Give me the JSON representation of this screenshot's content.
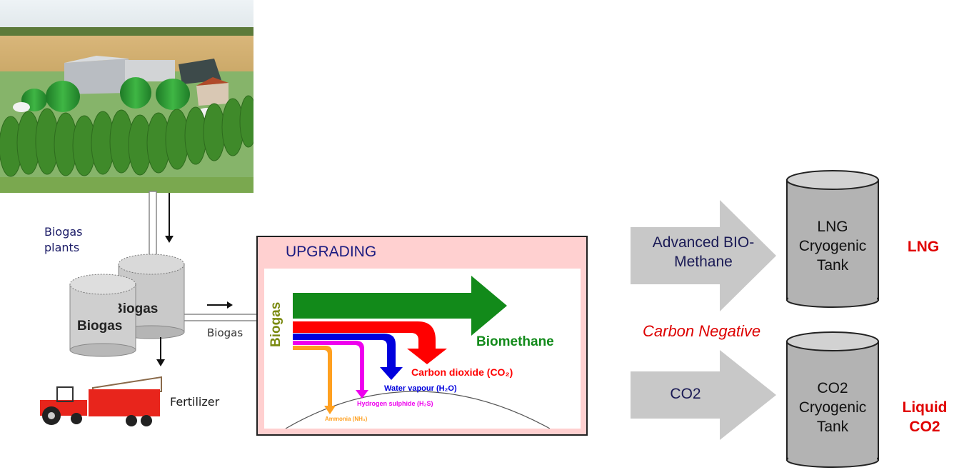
{
  "diagram": {
    "plants_label": "Biogas plants",
    "tank_label_front": "Biogas",
    "tank_label_back": "Biogas",
    "pipe_label": "Biogas",
    "fertilizer_label": "Fertilizer",
    "upgrading": {
      "title": "UPGRADING",
      "input_label": "Biogas",
      "output_label": "Biomethane",
      "byproducts": [
        {
          "label": "Carbon dioxide (CO₂)",
          "color": "#ff0000"
        },
        {
          "label": "Water vapour (H₂O)",
          "color": "#0000dd"
        },
        {
          "label": "Hydrogen sulphide (H₂S)",
          "color": "#ee00ee"
        },
        {
          "label": "Ammonia (NH₃)",
          "color": "#ffa020"
        }
      ]
    },
    "arrows": [
      {
        "label": "Advanced BIO-Methane"
      },
      {
        "label": "CO2"
      }
    ],
    "carbon_negative": "Carbon Negative",
    "tanks": [
      {
        "label": "LNG Cryogenic Tank",
        "product": "LNG"
      },
      {
        "label": "CO2 Cryogenic Tank",
        "product": "Liquid CO2"
      }
    ],
    "colors": {
      "biomethane": "#128a1a",
      "biogas_text": "#7a8a10",
      "highlight": "#e00000",
      "box_bg": "#ffd0d0"
    }
  }
}
